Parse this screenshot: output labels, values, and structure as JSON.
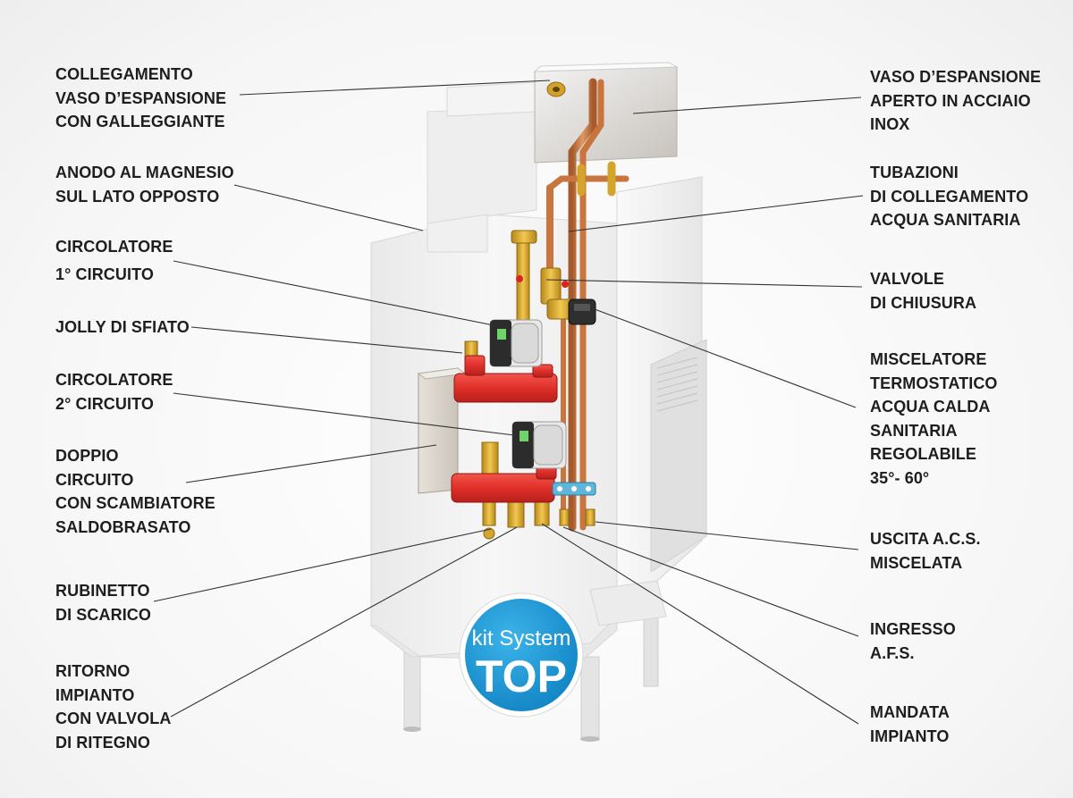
{
  "labels": {
    "collegamento_vaso": [
      "COLLEGAMENTO",
      "VASO D’ESPANSIONE",
      "CON GALLEGGIANTE"
    ],
    "anodo": [
      "ANODO AL MAGNESIO",
      "SUL LATO OPPOSTO"
    ],
    "circolatore_1": [
      "CIRCOLATORE",
      "1° CIRCUITO"
    ],
    "jolly": [
      "JOLLY DI SFIATO"
    ],
    "circolatore_2": [
      "CIRCOLATORE",
      "2° CIRCUITO"
    ],
    "doppio_circuito": [
      "DOPPIO",
      "CIRCUITO",
      "CON SCAMBIATORE",
      "SALDOBRASATO"
    ],
    "rubinetto": [
      "RUBINETTO",
      "DI SCARICO"
    ],
    "ritorno": [
      "RITORNO",
      "IMPIANTO",
      "CON VALVOLA",
      "DI RITEGNO"
    ],
    "vaso_inox": [
      "VASO D’ESPANSIONE",
      "APERTO IN ACCIAIO",
      "INOX"
    ],
    "tubazioni": [
      "TUBAZIONI",
      "DI COLLEGAMENTO",
      "ACQUA SANITARIA"
    ],
    "valvole": [
      "VALVOLE",
      "DI CHIUSURA"
    ],
    "miscelatore": [
      "MISCELATORE",
      "TERMOSTATICO",
      "ACQUA CALDA",
      "SANITARIA",
      "REGOLABILE",
      "35°- 60°"
    ],
    "uscita": [
      "USCITA A.C.S.",
      "MISCELATA"
    ],
    "ingresso": [
      "INGRESSO",
      "A.F.S."
    ],
    "mandata": [
      "MANDATA",
      "IMPIANTO"
    ]
  },
  "badge": {
    "line1": "kit System",
    "line2": "TOP"
  },
  "colors": {
    "label_text": "#1e1e1e",
    "leader_line": "#333333",
    "badge_blue": "#1b9ad6",
    "manifold_red": "#e0302a",
    "copper": "#c9753e",
    "brass": "#d4a52a",
    "cabinet": "#f4f4f4"
  }
}
